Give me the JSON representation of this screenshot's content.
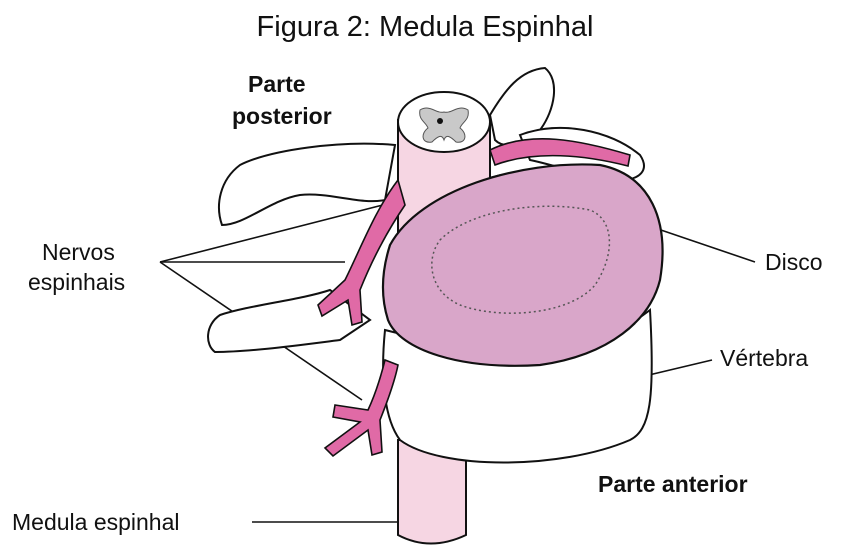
{
  "title": "Figura 2: Medula Espinhal",
  "labels": {
    "posterior_line1": "Parte",
    "posterior_line2": "posterior",
    "nerves_line1": "Nervos",
    "nerves_line2": "espinhais",
    "disc": "Disco",
    "vertebra": "Vértebra",
    "anterior": "Parte anterior",
    "spinal_cord": "Medula espinhal"
  },
  "colors": {
    "disc_pink": "#d9a6c9",
    "nerve_pink": "#e06aa6",
    "cord_pink": "#f6d6e3",
    "outline": "#111111",
    "bone": "#ffffff"
  }
}
